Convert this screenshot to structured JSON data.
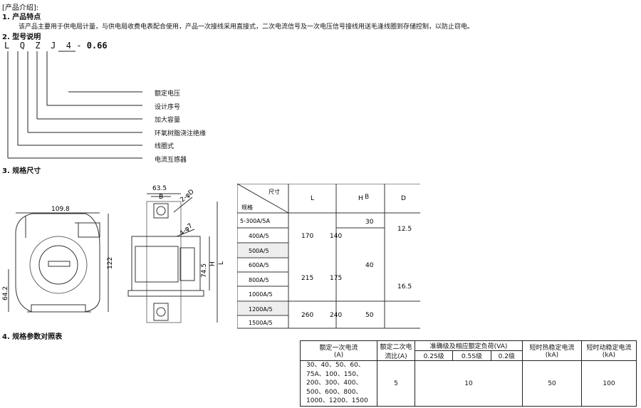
{
  "sections": {
    "intro_title": "[产品介绍]:",
    "s1": "1. 产品特点",
    "s1_body": "该产品主要用于供电局计量，与供电局收费电表配合使用，产品一次接线采用直接式，二次电流信号及一次电压信号接线用送毛逢线圈到存储控制，以防止窃电。",
    "s2": "2. 型号说明",
    "s3": "3. 规格尺寸",
    "s4": "4. 规格参数对照表"
  },
  "model": {
    "letters": [
      "L",
      "Q",
      "Z",
      "J",
      "4"
    ],
    "dash": "-",
    "voltage": "0.66",
    "legend": [
      "额定电压",
      "设计序号",
      "加大容量",
      "环氧树脂浇注绝缘",
      "线圈式",
      "电流互感器"
    ]
  },
  "drawing": {
    "dim_109": "109.8",
    "dim_122": "122",
    "dim_64": "64.2",
    "dim_63": "63.5",
    "dim_B": "B",
    "dim_2D": "2-φD",
    "dim_4_7": "4-φ7",
    "dim_74": "74.5",
    "dim_H": "H",
    "dim_L": "L"
  },
  "dim_table": {
    "corner_top": "尺寸",
    "corner_bottom": "规格",
    "headers": [
      "L",
      "H",
      "B",
      "D"
    ],
    "specs": [
      "5-300A/5A",
      "400A/5",
      "500A/5",
      "600A/5",
      "800A/5",
      "1000A/5",
      "1200A/5",
      "1500A/5"
    ],
    "L_vals": [
      "170",
      "215",
      "260"
    ],
    "H_vals": [
      "140",
      "175",
      "240"
    ],
    "B_vals": [
      "30",
      "40",
      "50"
    ],
    "D_vals": [
      "12.5",
      "16.5"
    ]
  },
  "param_table": {
    "h1": "额定一次电流",
    "h1b": "(A)",
    "h2": "额定二次电",
    "h2b": "流比(A)",
    "h3": "准确级及相应额定负荷(VA)",
    "h3_sub": [
      "0.2S级",
      "0.5S级",
      "0.2级"
    ],
    "h4": "短时热稳定电流",
    "h4b": "(kA)",
    "h5": "短时动稳定电流",
    "h5b": "(kA)",
    "currents": [
      "30、40、50、60、",
      "75A、100、150、",
      "200、300、400、",
      "500、600、800、",
      "1000、1200、1500"
    ],
    "secondary": "5",
    "load": "10",
    "thermal": "50",
    "dynamic": "100"
  }
}
